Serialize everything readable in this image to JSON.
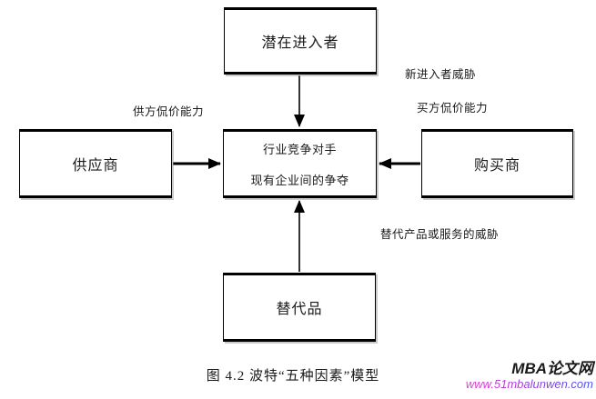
{
  "diagram": {
    "nodes": {
      "potential_entrants": "潜在进入者",
      "suppliers": "供应商",
      "center_line1": "行业竞争对手",
      "center_line2": "现有企业间的争夺",
      "buyers": "购买商",
      "substitutes": "替代品"
    },
    "edge_labels": {
      "supplier_power": "供方侃价能力",
      "new_entrant_threat": "新进入者威胁",
      "buyer_power": "买方侃价能力",
      "substitute_threat": "替代产品或服务的威胁"
    },
    "caption": "图 4.2 波特“五种因素”模型"
  },
  "watermark": {
    "site_name": "MBA论文网",
    "site_url": "www.51mbalunwen.com",
    "name_color": "#1a1a1a",
    "url_gradient": [
      "#e93ccc",
      "#a03ae0",
      "#4b55e9"
    ]
  },
  "colors": {
    "line": "#000000",
    "background": "#ffffff"
  }
}
